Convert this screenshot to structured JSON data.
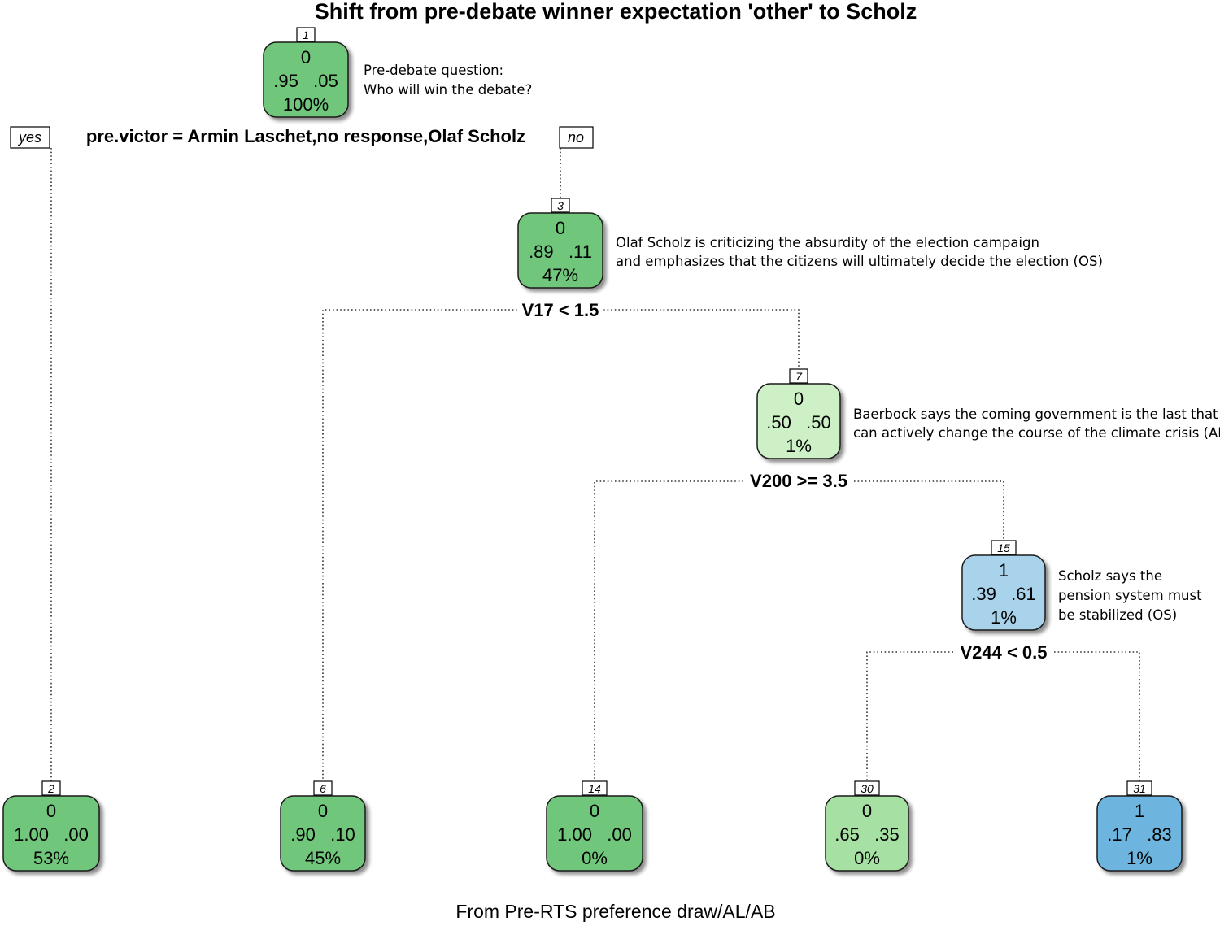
{
  "title": "Shift from pre-debate winner expectation 'other' to Scholz",
  "footer": "From Pre-RTS preference draw/AL/AB",
  "root_branch": {
    "yes_label": "yes",
    "no_label": "no"
  },
  "colors": {
    "dark_green": "#70c77b",
    "light_green": "#a6e0a2",
    "pale_green": "#cdf0c6",
    "light_blue": "#a8d3eb",
    "blue": "#6db4df"
  },
  "nodes": [
    {
      "id": "1",
      "class_label": "0",
      "probs": ".95   .05",
      "percent": "100%",
      "color": "dark_green",
      "annotation": [
        "Pre-debate question:",
        "Who will win the debate?"
      ]
    },
    {
      "id": "3",
      "class_label": "0",
      "probs": ".89   .11",
      "percent": "47%",
      "color": "dark_green",
      "annotation": [
        "Olaf Scholz is criticizing the absurdity of the election campaign",
        "and emphasizes that the citizens will ultimately decide the election (OS)"
      ]
    },
    {
      "id": "7",
      "class_label": "0",
      "probs": ".50   .50",
      "percent": "1%",
      "color": "pale_green",
      "annotation": [
        "Baerbock says the coming government is the last that",
        "can actively change the course of the climate crisis (AB)"
      ]
    },
    {
      "id": "15",
      "class_label": "1",
      "probs": ".39   .61",
      "percent": "1%",
      "color": "light_blue",
      "annotation": [
        "Scholz says the",
        "pension system must",
        "be stabilized (OS)"
      ]
    },
    {
      "id": "2",
      "class_label": "0",
      "probs": "1.00   .00",
      "percent": "53%",
      "color": "dark_green",
      "annotation": []
    },
    {
      "id": "6",
      "class_label": "0",
      "probs": ".90   .10",
      "percent": "45%",
      "color": "dark_green",
      "annotation": []
    },
    {
      "id": "14",
      "class_label": "0",
      "probs": "1.00   .00",
      "percent": "0%",
      "color": "dark_green",
      "annotation": []
    },
    {
      "id": "30",
      "class_label": "0",
      "probs": ".65   .35",
      "percent": "0%",
      "color": "light_green",
      "annotation": []
    },
    {
      "id": "31",
      "class_label": "1",
      "probs": ".17   .83",
      "percent": "1%",
      "color": "blue",
      "annotation": []
    }
  ],
  "splits": [
    {
      "node": "1",
      "rule": "pre.victor = Armin Laschet,no response,Olaf Scholz"
    },
    {
      "node": "3",
      "rule": "V17 < 1.5"
    },
    {
      "node": "7",
      "rule": "V200 >= 3.5"
    },
    {
      "node": "15",
      "rule": "V244 < 0.5"
    }
  ]
}
